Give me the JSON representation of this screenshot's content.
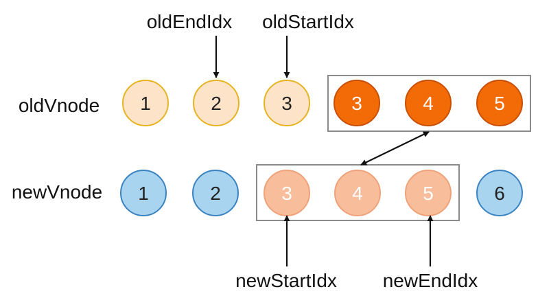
{
  "rows": {
    "old": {
      "label": "oldVnode",
      "nodes": [
        {
          "text": "1",
          "fill": "#fde3c8",
          "stroke": "#e6b422",
          "text_color": "#222222"
        },
        {
          "text": "2",
          "fill": "#fde3c8",
          "stroke": "#e6b422",
          "text_color": "#222222"
        },
        {
          "text": "3",
          "fill": "#fde3c8",
          "stroke": "#e6b422",
          "text_color": "#222222"
        },
        {
          "text": "3",
          "fill": "#f26b07",
          "stroke": "#c84f05",
          "text_color": "#ffffff"
        },
        {
          "text": "4",
          "fill": "#f26b07",
          "stroke": "#c84f05",
          "text_color": "#ffffff"
        },
        {
          "text": "5",
          "fill": "#f26b07",
          "stroke": "#c84f05",
          "text_color": "#ffffff"
        }
      ]
    },
    "new": {
      "label": "newVnode",
      "nodes": [
        {
          "text": "1",
          "fill": "#a8d4ef",
          "stroke": "#3a83c0",
          "text_color": "#222222"
        },
        {
          "text": "2",
          "fill": "#a8d4ef",
          "stroke": "#3a83c0",
          "text_color": "#222222"
        },
        {
          "text": "3",
          "fill": "#f8bd9a",
          "stroke": "#efa27a",
          "text_color": "#ffffff"
        },
        {
          "text": "4",
          "fill": "#f8bd9a",
          "stroke": "#efa27a",
          "text_color": "#ffffff"
        },
        {
          "text": "5",
          "fill": "#f8bd9a",
          "stroke": "#efa27a",
          "text_color": "#ffffff"
        },
        {
          "text": "6",
          "fill": "#a8d4ef",
          "stroke": "#3a83c0",
          "text_color": "#222222"
        }
      ]
    }
  },
  "pointers": {
    "old_end": "oldEndIdx",
    "old_start": "oldStartIdx",
    "new_start": "newStartIdx",
    "new_end": "newEndIdx"
  },
  "colors": {
    "box_stroke": "#8a8a8a",
    "arrow": "#111111",
    "label": "#111111"
  }
}
